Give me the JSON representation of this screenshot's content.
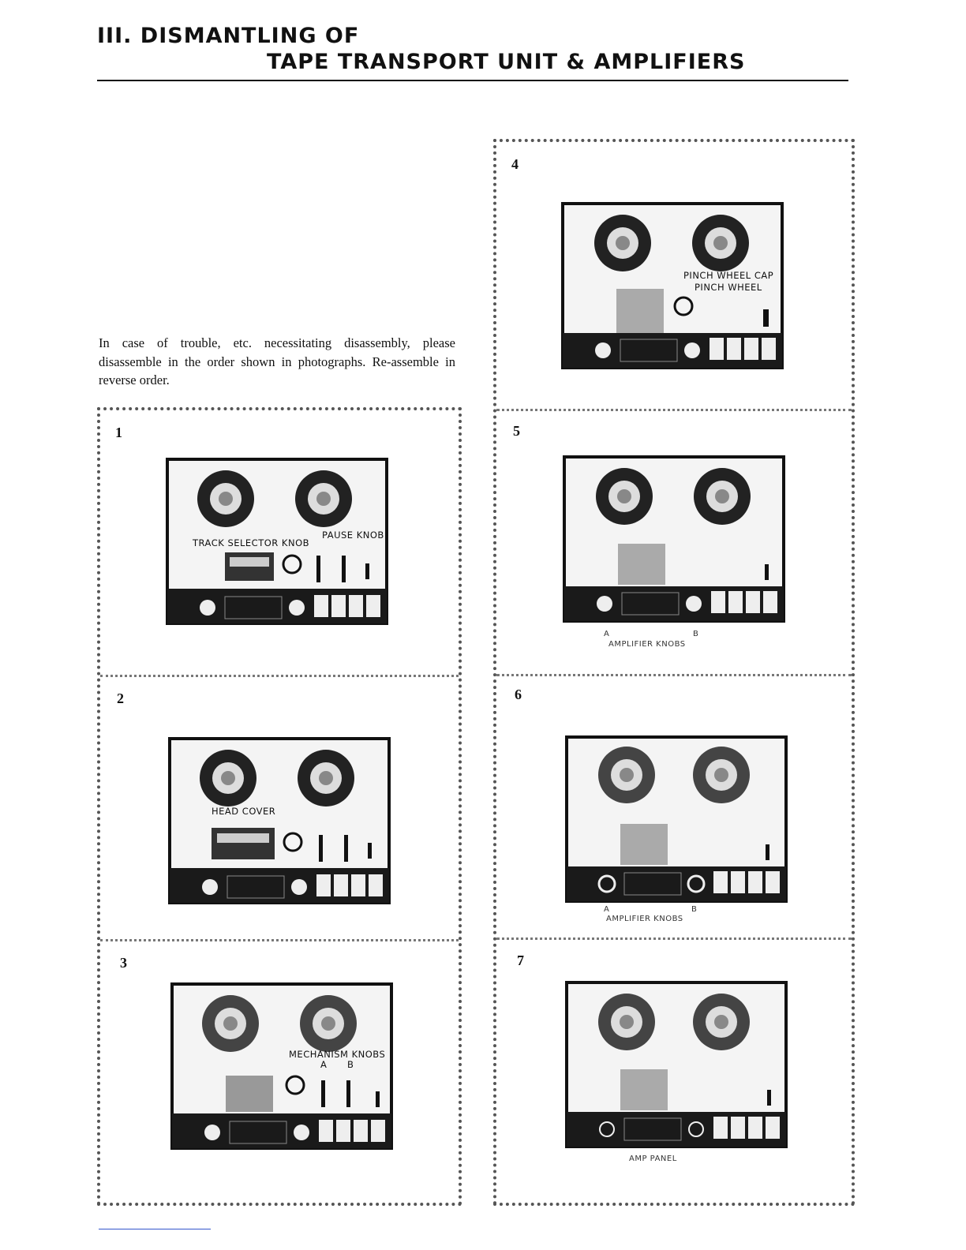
{
  "header": {
    "title_line1": "III. DISMANTLING OF",
    "title_line2": "TAPE TRANSPORT UNIT & AMPLIFIERS"
  },
  "intro": {
    "text": "In case of trouble, etc. necessitating disassembly, please disassemble in the order shown in photographs. Re-assemble in reverse order."
  },
  "steps": [
    {
      "num": "1",
      "labels": {
        "a": "TRACK SELECTOR KNOB",
        "b": "PAUSE KNOB"
      }
    },
    {
      "num": "2",
      "labels": {
        "a": "HEAD COVER"
      }
    },
    {
      "num": "3",
      "labels": {
        "a": "MECHANISM KNOBS",
        "b": "A",
        "c": "B"
      }
    },
    {
      "num": "4",
      "labels": {
        "a": "PINCH WHEEL CAP",
        "b": "PINCH WHEEL"
      }
    },
    {
      "num": "5",
      "labels": {
        "a": "A",
        "b": "B",
        "c": "AMPLIFIER KNOBS"
      }
    },
    {
      "num": "6",
      "labels": {
        "a": "A",
        "b": "B",
        "c": "AMPLIFIER KNOBS"
      }
    },
    {
      "num": "7",
      "labels": {
        "a": "AMP PANEL"
      }
    }
  ]
}
